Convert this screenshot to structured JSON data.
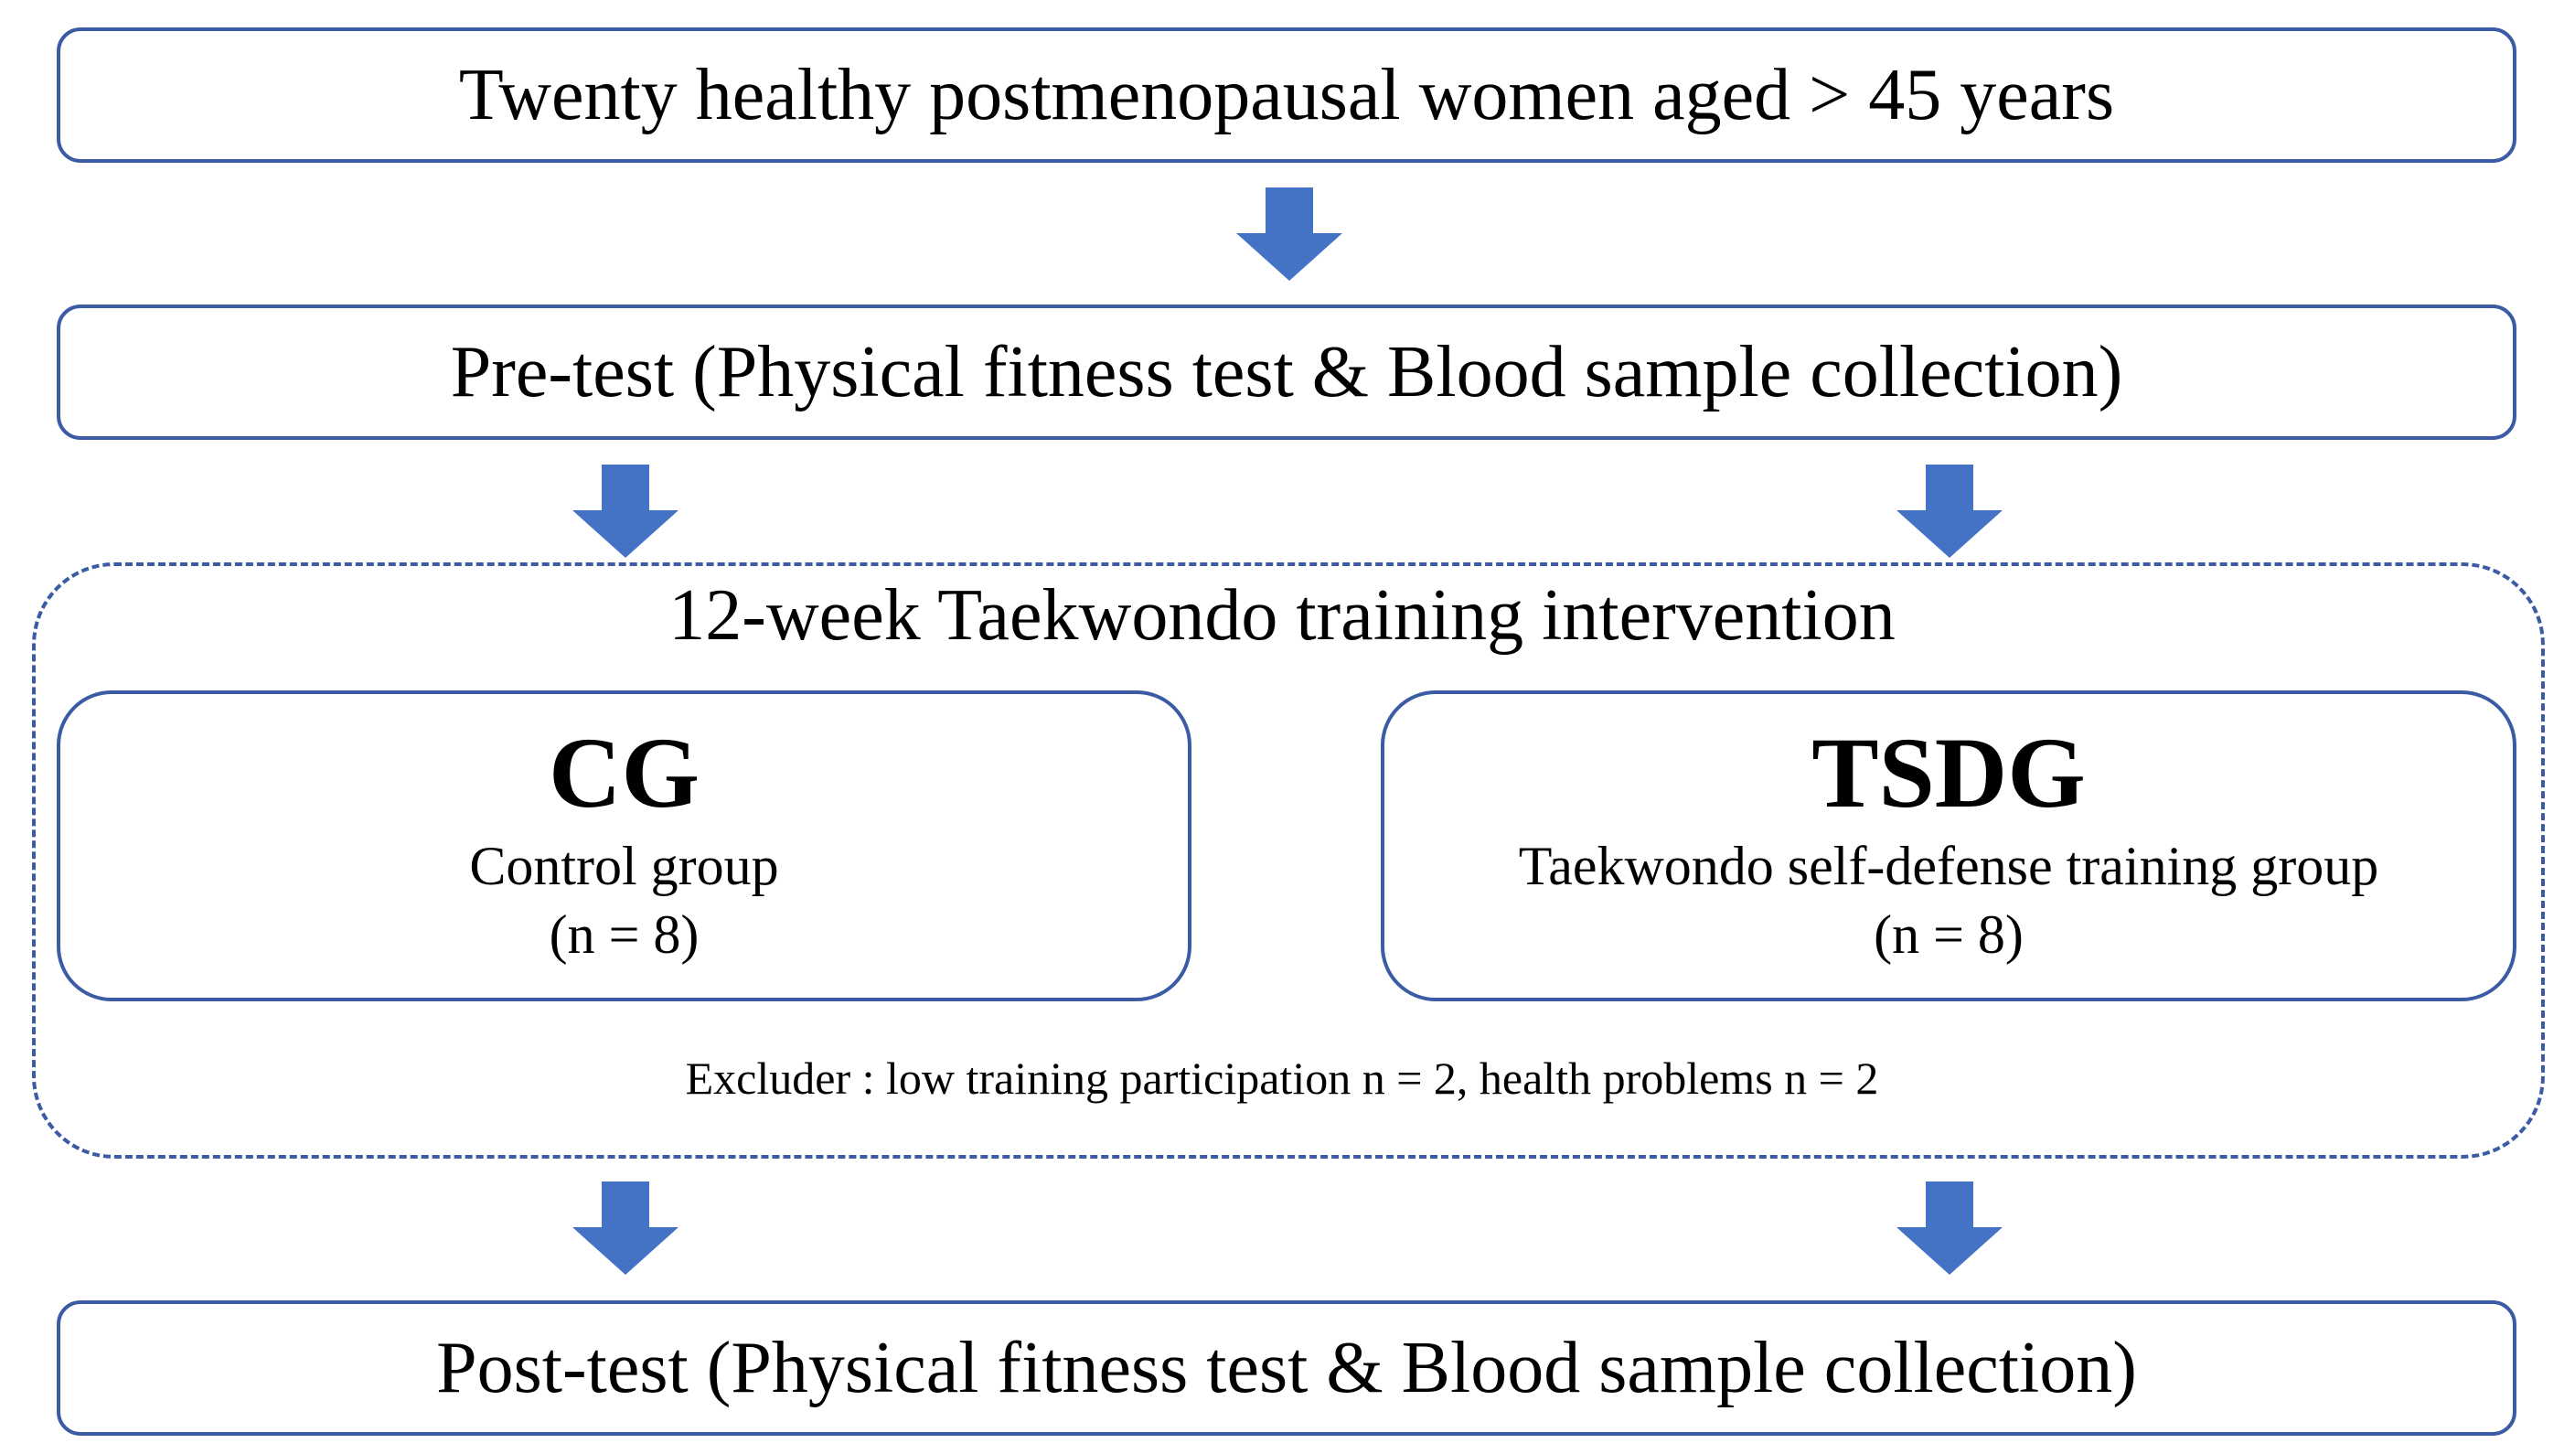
{
  "colors": {
    "border": "#3b5ba5",
    "arrow": "#4472c4",
    "text": "#000000"
  },
  "step1": {
    "text": "Twenty healthy postmenopausal women aged > 45 years"
  },
  "step2": {
    "text": "Pre-test (Physical fitness test & Blood sample collection)"
  },
  "intervention": {
    "title": "12-week Taekwondo training intervention",
    "groups": [
      {
        "abbr": "CG",
        "name": "Control group",
        "n": "(n = 8)"
      },
      {
        "abbr": "TSDG",
        "name": "Taekwondo self-defense training group",
        "n": "(n = 8)"
      }
    ],
    "excluder": "Excluder : low training participation n = 2, health problems n = 2"
  },
  "step4": {
    "text": "Post-test (Physical fitness test & Blood sample collection)"
  },
  "arrows": [
    "arrow-down-icon",
    "arrow-down-icon",
    "arrow-down-icon",
    "arrow-down-icon",
    "arrow-down-icon"
  ]
}
